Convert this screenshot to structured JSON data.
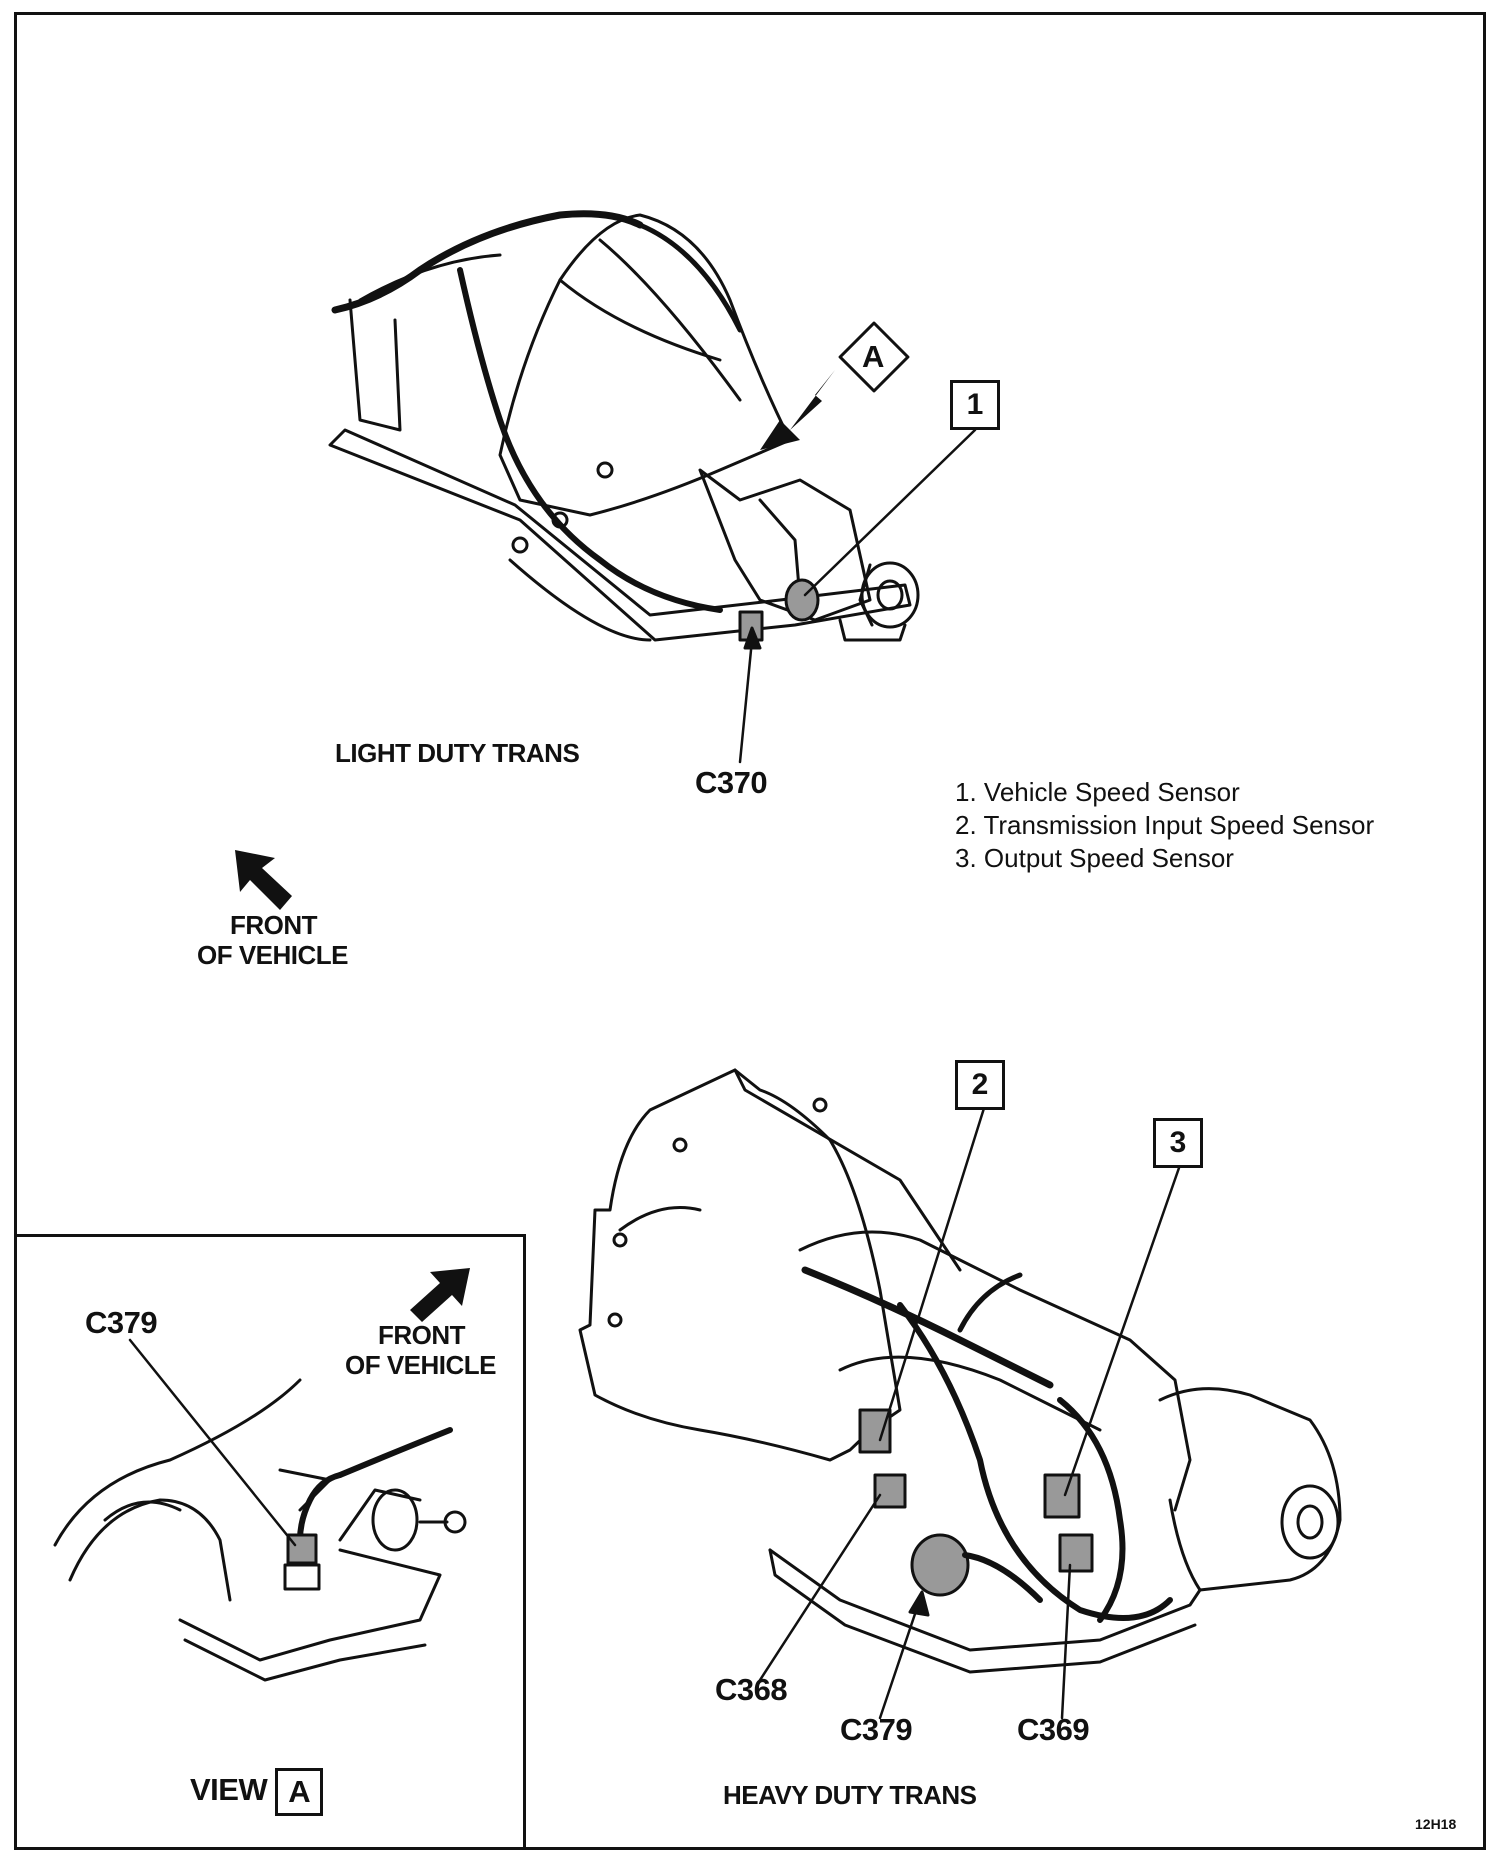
{
  "diagram": {
    "light_duty": {
      "label": "LIGHT DUTY TRANS",
      "connector": "C370",
      "callout_1": "1",
      "view_marker": "A"
    },
    "front_main": [
      "FRONT",
      "OF VEHICLE"
    ],
    "legend": [
      "1.  Vehicle Speed Sensor",
      "2.  Transmission Input Speed Sensor",
      "3.  Output Speed Sensor"
    ],
    "heavy_duty": {
      "label": "HEAVY DUTY TRANS",
      "callout_2": "2",
      "callout_3": "3",
      "connector_a": "C368",
      "connector_b": "C379",
      "connector_c": "C369"
    },
    "inset": {
      "connector": "C379",
      "front": [
        "FRONT",
        "OF VEHICLE"
      ],
      "view_prefix": "VIEW",
      "view_letter": "A"
    },
    "figure_code": "12H18"
  }
}
